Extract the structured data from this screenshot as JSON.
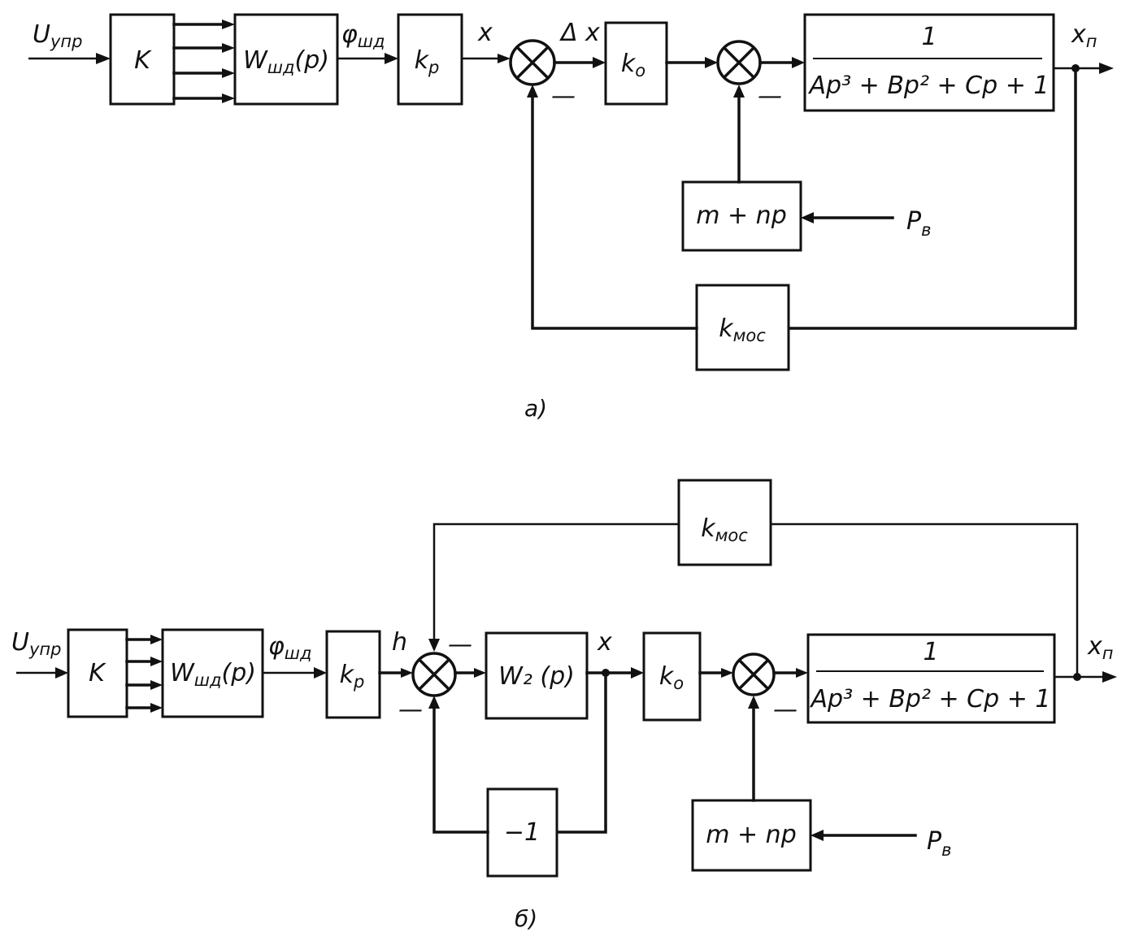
{
  "diagram_a": {
    "caption": "а)",
    "input": "U",
    "input_sub": "упр",
    "block_k": "K",
    "block_wsd": "W",
    "block_wsd_sub": "шд",
    "block_wsd_arg": "(p)",
    "signal_phi": "φ",
    "signal_phi_sub": "шд",
    "block_kp": "k",
    "block_kp_sub": "p",
    "signal_x": "x",
    "signal_dx": "Δ x",
    "block_ko": "k",
    "block_ko_sub": "o",
    "plant_num": "1",
    "plant_den": "Ap³ + Bp² + Cp + 1",
    "output": "x",
    "output_sub": "п",
    "block_mnp": "m + np",
    "disturbance": "P",
    "disturbance_sub": "в",
    "block_kmos": "k",
    "block_kmos_sub": "мос",
    "minus1": "—",
    "minus2": "—"
  },
  "diagram_b": {
    "caption": "б)",
    "input": "U",
    "input_sub": "упр",
    "block_k": "K",
    "block_wsd": "W",
    "block_wsd_sub": "шд",
    "block_wsd_arg": "(p)",
    "signal_phi": "φ",
    "signal_phi_sub": "шд",
    "block_kp": "k",
    "block_kp_sub": "p",
    "signal_h": "h",
    "block_w2": "W₂ (p)",
    "signal_x": "x",
    "block_ko": "k",
    "block_ko_sub": "o",
    "plant_num": "1",
    "plant_den": "Ap³ + Bp² + Cp + 1",
    "output": "x",
    "output_sub": "п",
    "block_mnp": "m + np",
    "disturbance": "P",
    "disturbance_sub": "в",
    "block_kmos": "k",
    "block_kmos_sub": "мос",
    "block_neg1": "−1",
    "minus_top": "—",
    "minus_bottom": "—",
    "minus_right": "—"
  }
}
